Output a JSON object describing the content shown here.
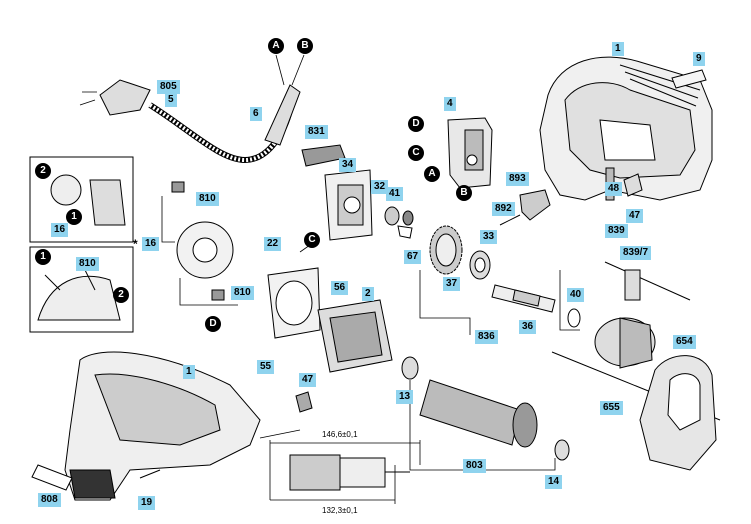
{
  "part_labels": {
    "p1_top": "1",
    "p9": "9",
    "p805": "805",
    "p5": "5",
    "p6": "6",
    "p4": "4",
    "p831": "831",
    "p34": "34",
    "p32": "32",
    "p41": "41",
    "p893": "893",
    "p892": "892",
    "p48": "48",
    "p47_top": "47",
    "p810_a": "810",
    "p16_top": "16",
    "p16_star": "16",
    "p22": "22",
    "p33": "33",
    "p67": "67",
    "p839": "839",
    "p839_7": "839/7",
    "p37": "37",
    "p810_b": "810",
    "p810_c": "810",
    "p56": "56",
    "p2": "2",
    "p40": "40",
    "p836": "836",
    "p36": "36",
    "p654": "654",
    "p55": "55",
    "p1_bottom": "1",
    "p47_bottom": "47",
    "p13": "13",
    "p655": "655",
    "p803": "803",
    "p14": "14",
    "p808": "808",
    "p19": "19"
  },
  "callouts": {
    "A_top": "A",
    "B_top": "B",
    "D_switch": "D",
    "C_switch": "C",
    "A_switch": "A",
    "B_switch": "B",
    "C_mid": "C",
    "D_mid": "D",
    "n2_top": "2",
    "n1_top": "1",
    "n1_bottom": "1",
    "n2_bottom": "2"
  },
  "star_marker": "*",
  "dimensions": {
    "overall": "146,6±0,1",
    "shaft": "132,3±0,1"
  }
}
